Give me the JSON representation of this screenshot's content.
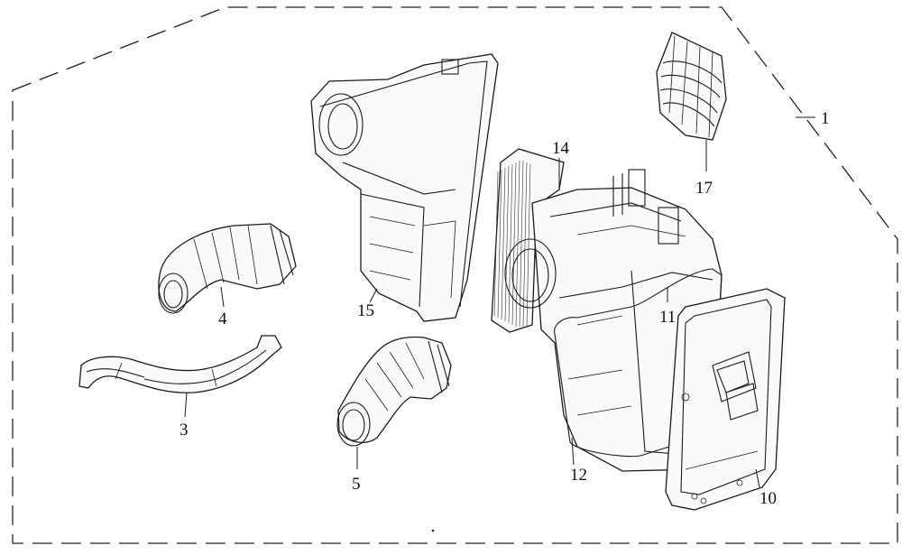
{
  "diagram": {
    "callouts": {
      "c1": "1",
      "c3": "3",
      "c4": "4",
      "c5": "5",
      "c10": "10",
      "c11": "11",
      "c12": "12",
      "c14": "14",
      "c15": "15",
      "c17": "17"
    }
  }
}
